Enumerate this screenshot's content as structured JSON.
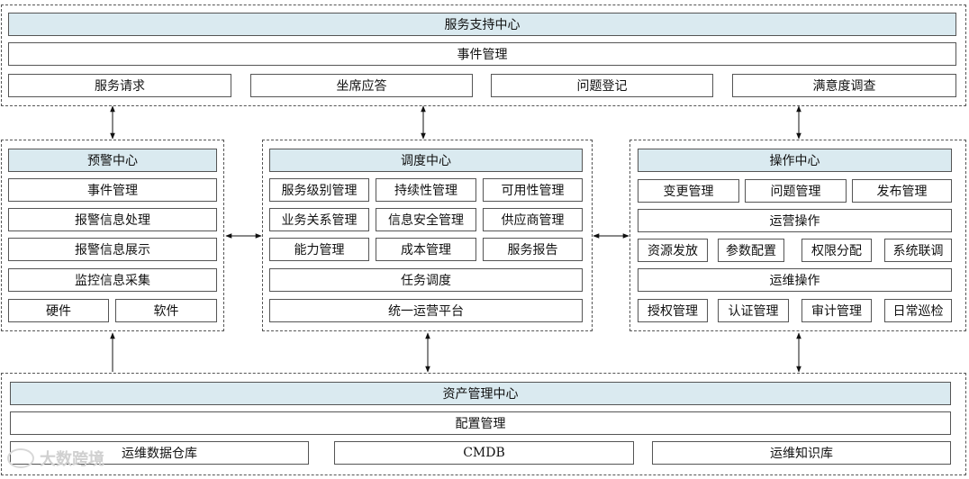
{
  "top": {
    "title": "服务支持中心",
    "event": "事件管理",
    "items": [
      "服务请求",
      "坐席应答",
      "问题登记",
      "满意度调查"
    ]
  },
  "left": {
    "title": "预警中心",
    "rows": [
      "事件管理",
      "报警信息处理",
      "报警信息展示",
      "监控信息采集"
    ],
    "bottom": [
      "硬件",
      "软件"
    ]
  },
  "middle": {
    "title": "调度中心",
    "grid": [
      "服务级别管理",
      "持续性管理",
      "可用性管理",
      "业务关系管理",
      "信息安全管理",
      "供应商管理",
      "能力管理",
      "成本管理",
      "服务报告"
    ],
    "task": "任务调度",
    "platform": "统一运营平台"
  },
  "right": {
    "title": "操作中心",
    "row1": [
      "变更管理",
      "问题管理",
      "发布管理"
    ],
    "ops": "运营操作",
    "row2": [
      "资源发放",
      "参数配置",
      "权限分配",
      "系统联调"
    ],
    "maint": "运维操作",
    "row3": [
      "授权管理",
      "认证管理",
      "审计管理",
      "日常巡检"
    ]
  },
  "bottom": {
    "title": "资产管理中心",
    "config": "配置管理",
    "items": [
      "运维数据仓库",
      "CMDB",
      "运维知识库"
    ]
  },
  "watermark": "大数跨境",
  "colors": {
    "header_fill": "#daeaf0",
    "border": "#555555"
  }
}
